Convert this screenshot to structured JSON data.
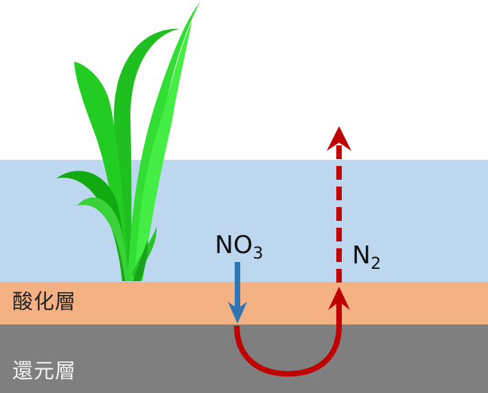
{
  "layers": {
    "oxidized_label": "酸化層",
    "reduced_label": "還元層"
  },
  "species": {
    "nitrate": {
      "main": "NO",
      "sub": "3"
    },
    "nitrogen": {
      "main": "N",
      "sub": "2"
    }
  },
  "colors": {
    "water": "#bdd7ee",
    "oxidized_layer": "#f4b183",
    "reduced_layer": "#7f7f7f",
    "nitrate_arrow": "#2e75b6",
    "nitrogen_arrow": "#c00000",
    "plant": "#22cc22"
  },
  "icons": [
    "rice-plant-icon"
  ]
}
